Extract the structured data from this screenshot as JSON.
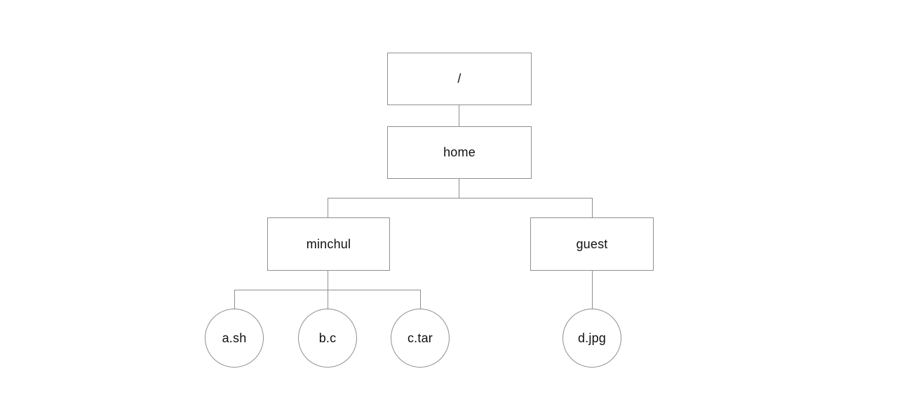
{
  "diagram": {
    "type": "filesystem-tree",
    "nodes": {
      "root": {
        "label": "/",
        "kind": "directory"
      },
      "home": {
        "label": "home",
        "kind": "directory"
      },
      "minchul": {
        "label": "minchul",
        "kind": "directory"
      },
      "guest": {
        "label": "guest",
        "kind": "directory"
      },
      "a_sh": {
        "label": "a.sh",
        "kind": "file"
      },
      "b_c": {
        "label": "b.c",
        "kind": "file"
      },
      "c_tar": {
        "label": "c.tar",
        "kind": "file"
      },
      "d_jpg": {
        "label": "d.jpg",
        "kind": "file"
      }
    },
    "edges": [
      {
        "from": "/",
        "to": "home"
      },
      {
        "from": "home",
        "to": "minchul"
      },
      {
        "from": "home",
        "to": "guest"
      },
      {
        "from": "minchul",
        "to": "a.sh"
      },
      {
        "from": "minchul",
        "to": "b.c"
      },
      {
        "from": "minchul",
        "to": "c.tar"
      },
      {
        "from": "guest",
        "to": "d.jpg"
      }
    ],
    "colors": {
      "line": "#8f8f8f",
      "text": "#111111",
      "background": "#ffffff"
    }
  }
}
